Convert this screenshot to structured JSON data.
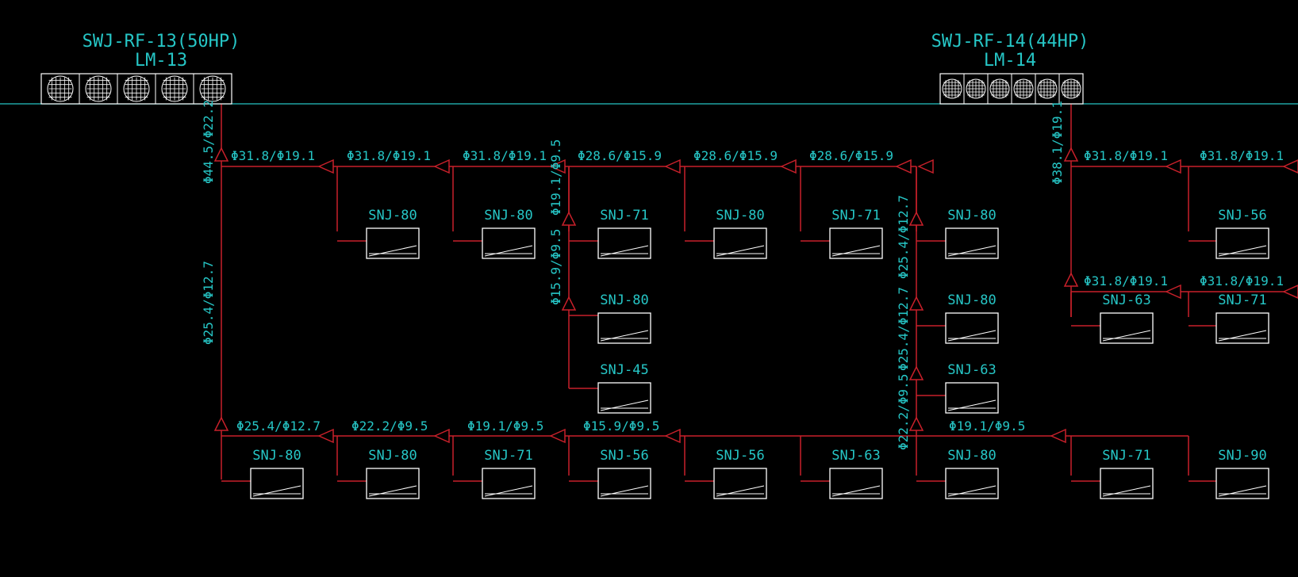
{
  "colors": {
    "background": "#000000",
    "text": "#26c6c6",
    "pipe": "#c8202a",
    "unit": "#ffffff",
    "baseline": "#1fa3a3"
  },
  "systems": [
    {
      "title": "SWJ-RF-13(50HP)",
      "module": "LM-13",
      "fan_count": 5
    },
    {
      "title": "SWJ-RF-14(44HP)",
      "module": "LM-14",
      "fan_count": 6
    }
  ],
  "pipe_labels": [
    "Φ44.5/Φ22.2",
    "Φ25.4/Φ12.7",
    "Φ31.8/Φ19.1",
    "Φ31.8/Φ19.1",
    "Φ31.8/Φ19.1",
    "Φ28.6/Φ15.9",
    "Φ28.6/Φ15.9",
    "Φ28.6/Φ15.9",
    "Φ19.1/Φ9.5",
    "Φ15.9/Φ9.5",
    "Φ25.4/Φ12.7",
    "Φ22.2/Φ9.5",
    "Φ19.1/Φ9.5",
    "Φ15.9/Φ9.5",
    "Φ25.4/Φ12.7",
    "Φ25.4/Φ12.7",
    "Φ22.2/Φ9.5",
    "Φ19.1/Φ9.5",
    "Φ38.1/Φ19.1",
    "Φ31.8/Φ19.1",
    "Φ31.8/Φ19.1",
    "Φ31.8/Φ19.1",
    "Φ31.8/Φ19.1"
  ],
  "indoor_units": [
    "SNJ-80",
    "SNJ-80",
    "SNJ-71",
    "SNJ-80",
    "SNJ-71",
    "SNJ-80",
    "SNJ-80",
    "SNJ-63",
    "SNJ-80",
    "SNJ-45",
    "SNJ-56",
    "SNJ-63",
    "SNJ-71",
    "SNJ-80",
    "SNJ-80",
    "SNJ-71",
    "SNJ-56",
    "SNJ-56",
    "SNJ-63",
    "SNJ-80",
    "SNJ-71",
    "SNJ-90"
  ]
}
